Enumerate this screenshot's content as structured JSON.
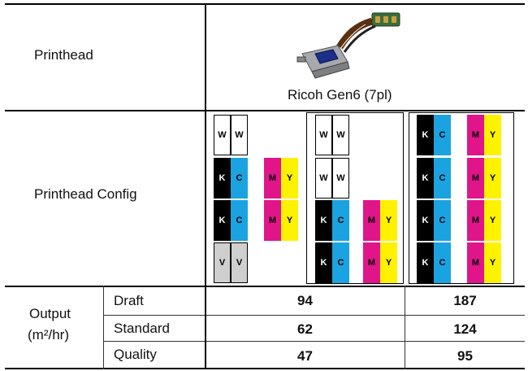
{
  "rows": {
    "printhead_label": "Printhead",
    "printhead_name": "Ricoh Gen6 (7pl)",
    "config_label": "Printhead Config",
    "output_label_line1": "Output",
    "output_label_line2": "(m²/hr)"
  },
  "modes": [
    {
      "name": "Draft",
      "col1": "94",
      "col2": "187"
    },
    {
      "name": "Standard",
      "col1": "62",
      "col2": "124"
    },
    {
      "name": "Quality",
      "col1": "47",
      "col2": "95"
    }
  ],
  "config": {
    "w_letter": "W",
    "k_letter": "K",
    "c_letter": "C",
    "m_letter": "M",
    "y_letter": "Y",
    "v_letter": "V"
  },
  "colors": {
    "k": "#000000",
    "c": "#1aa3e0",
    "m": "#e0158a",
    "y": "#fff200",
    "v": "#cfcfcf"
  }
}
